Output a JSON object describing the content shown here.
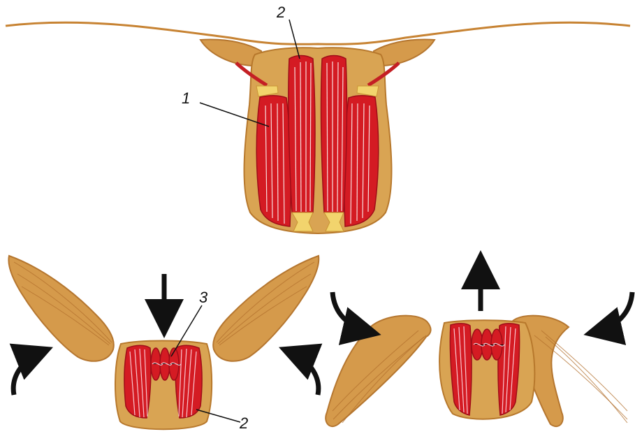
{
  "labels": {
    "top_1": "1",
    "top_2": "2",
    "left_3": "3",
    "left_2": "2"
  },
  "colors": {
    "body": "#d9a453",
    "wing": "#d59a4b",
    "muscle": "#d41b23",
    "muscle_outline": "#9e0d18",
    "tendon": "#f2d46d",
    "arrow": "#111111"
  },
  "icons": {
    "downstroke_arrow": "arrow-down-icon",
    "upstroke_arrow": "arrow-up-icon",
    "curved_arrows": "curved-arrow-icon"
  }
}
